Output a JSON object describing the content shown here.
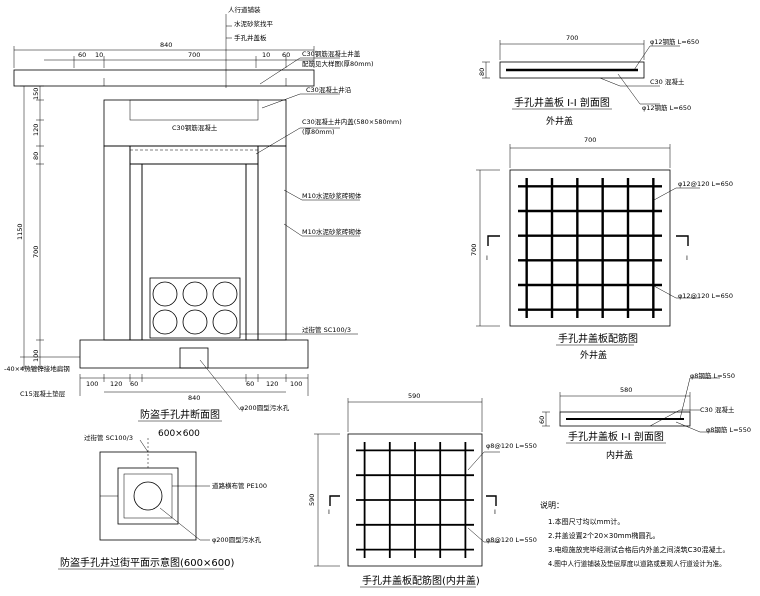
{
  "section": {
    "title": "防盗手孔井断面图",
    "subtitle": "600×600",
    "callouts": [
      "人行道铺装",
      "水泥砂浆找平",
      "手孔井盖板",
      "C30钢筋混凝土井盖",
      "配筋见大样图(厚80mm)",
      "C30混凝土井沿",
      "C30混凝土井内盖(580×580mm)",
      "(厚80mm)",
      "M10水泥砂浆砖砌体",
      "M10水泥砂浆砖砌体",
      "过街管 SC100/3",
      "-40×4热镀锌接地扁钢",
      "C15混凝土垫层",
      "φ200圆型污水孔"
    ],
    "inner_label": "C30钢筋混凝土",
    "dims_top": [
      "840",
      "60",
      "10",
      "700",
      "10",
      "60"
    ],
    "dims_left": [
      "150",
      "120",
      "80",
      "1150",
      "700",
      "100"
    ],
    "dims_bottom": [
      "100",
      "120",
      "60",
      "60",
      "120",
      "100"
    ],
    "dim_bottom_total": "840"
  },
  "plan": {
    "title": "防盗手孔井过街平面示意图(600×600)",
    "labels": [
      "过街管 SC100/3",
      "道路横布管 PE100",
      "φ200圆型污水孔"
    ]
  },
  "outer_section": {
    "dim": "700",
    "dim_h": "80",
    "labels": [
      "φ12钢筋  L=650",
      "C30 混凝土",
      "φ12钢筋  L=650"
    ],
    "title": "手孔井盖板 I-I 剖面图",
    "subtitle": "外井盖"
  },
  "outer_rebar": {
    "dim_w": "700",
    "dim_h": "700",
    "labels": [
      "φ12@120  L=650",
      "φ12@120  L=650"
    ],
    "title": "手孔井盖板配筋图",
    "subtitle": "外井盖",
    "cut_mark": "I"
  },
  "inner_section": {
    "dim": "580",
    "dim_h": "60",
    "labels": [
      "φ8钢筋  L=550",
      "C30 混凝土",
      "φ8钢筋  L=550"
    ],
    "title": "手孔井盖板 I-I 剖面图",
    "subtitle": "内井盖"
  },
  "inner_rebar": {
    "dim_w": "590",
    "dim_h": "590",
    "labels": [
      "φ8@120  L=550",
      "φ8@120  L=550"
    ],
    "title": "手孔井盖板配筋图(内井盖)",
    "cut_mark": "I"
  },
  "notes": {
    "heading": "说明：",
    "items": [
      "1.本图尺寸均以mm计。",
      "2.井盖设置2个20×30mm椭圆孔。",
      "3.电缆施放完毕经测试合格后内外盖之间浇筑C30混凝土。",
      "4.图中人行道铺装及垫层厚度以道路或景观人行道设计为准。"
    ]
  }
}
